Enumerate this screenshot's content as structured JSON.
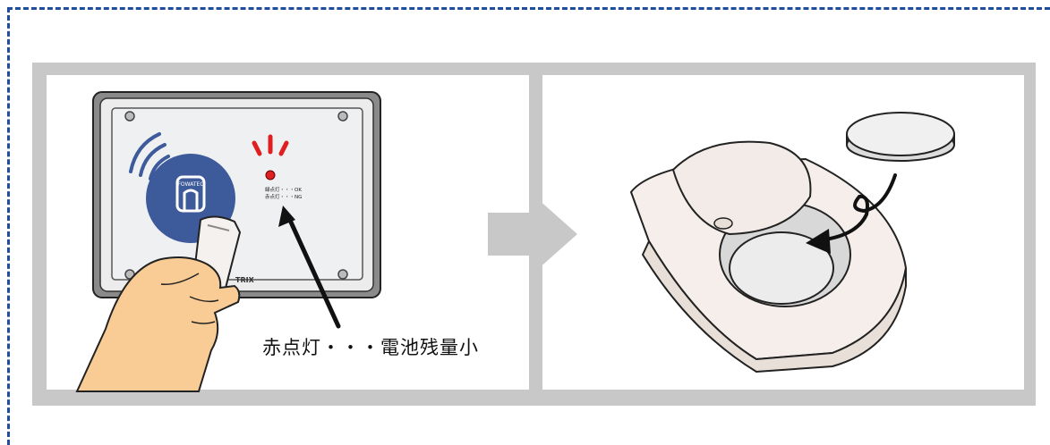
{
  "left_panel": {
    "device_logo": "FOWATEC",
    "brand_text": "TRIX",
    "led_legend": {
      "line1": "緑点灯・・・OK",
      "line2": "赤点灯・・・NG"
    },
    "caption": "赤点灯・・・電池残量小"
  },
  "colors": {
    "dashed_border": "#1f4e9c",
    "reader_circle": "#3d5a9a",
    "led_red": "#e02020",
    "skin": "#f8cc94",
    "frame_gray": "#c8c8c8",
    "holder_body": "#f5eeea"
  }
}
